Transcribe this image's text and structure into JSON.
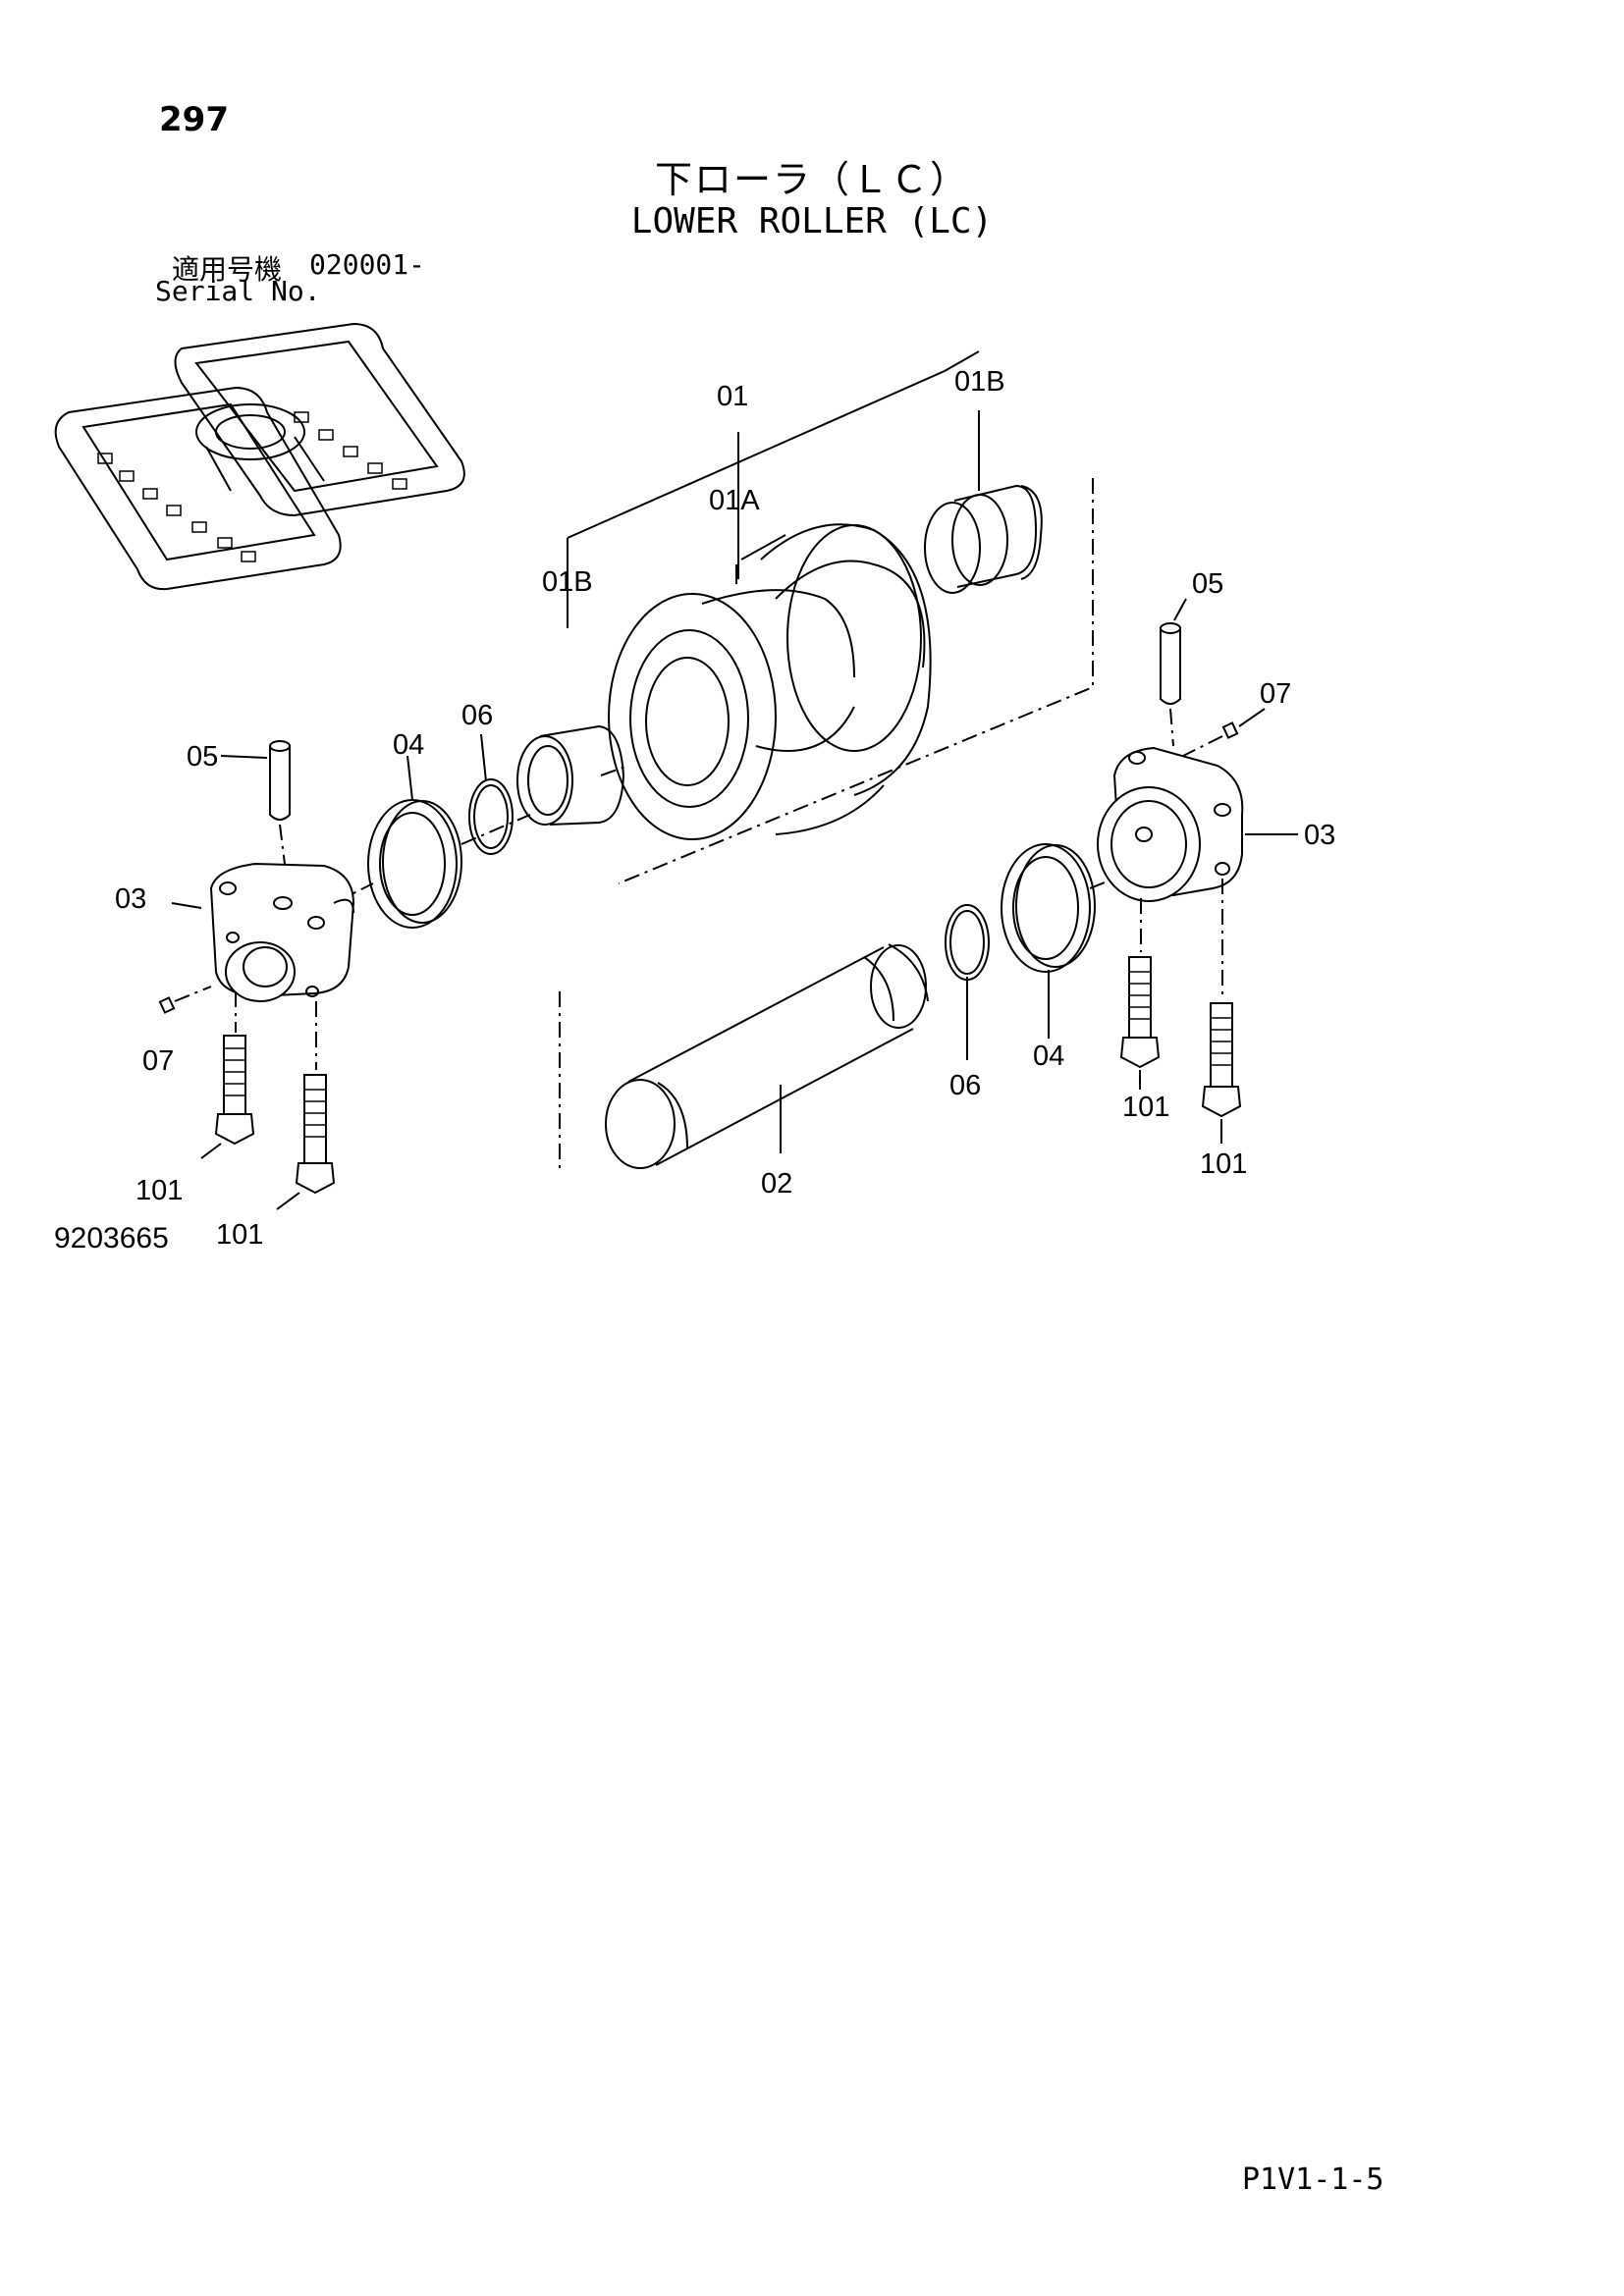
{
  "header": {
    "page_number": "297",
    "title_jp": "下ローラ（ＬＣ）",
    "title_en": "LOWER ROLLER (LC)",
    "serial_label_jp": "適用号機",
    "serial_range": "020001-",
    "serial_label_en": "Serial No."
  },
  "callouts": {
    "c01": "01",
    "c01A": "01A",
    "c01B_top": "01B",
    "c01B_left": "01B",
    "c05_left": "05",
    "c04_left": "04",
    "c06_left": "06",
    "c03_left": "03",
    "c07_left": "07",
    "c101_a": "101",
    "c101_b": "101",
    "c05_right": "05",
    "c07_right": "07",
    "c03_right": "03",
    "c04_right": "04",
    "c06_right": "06",
    "c02": "02",
    "c101_c": "101",
    "c101_d": "101"
  },
  "footer": {
    "figure_number": "9203665",
    "page_ref": "P1V1-1-5"
  }
}
